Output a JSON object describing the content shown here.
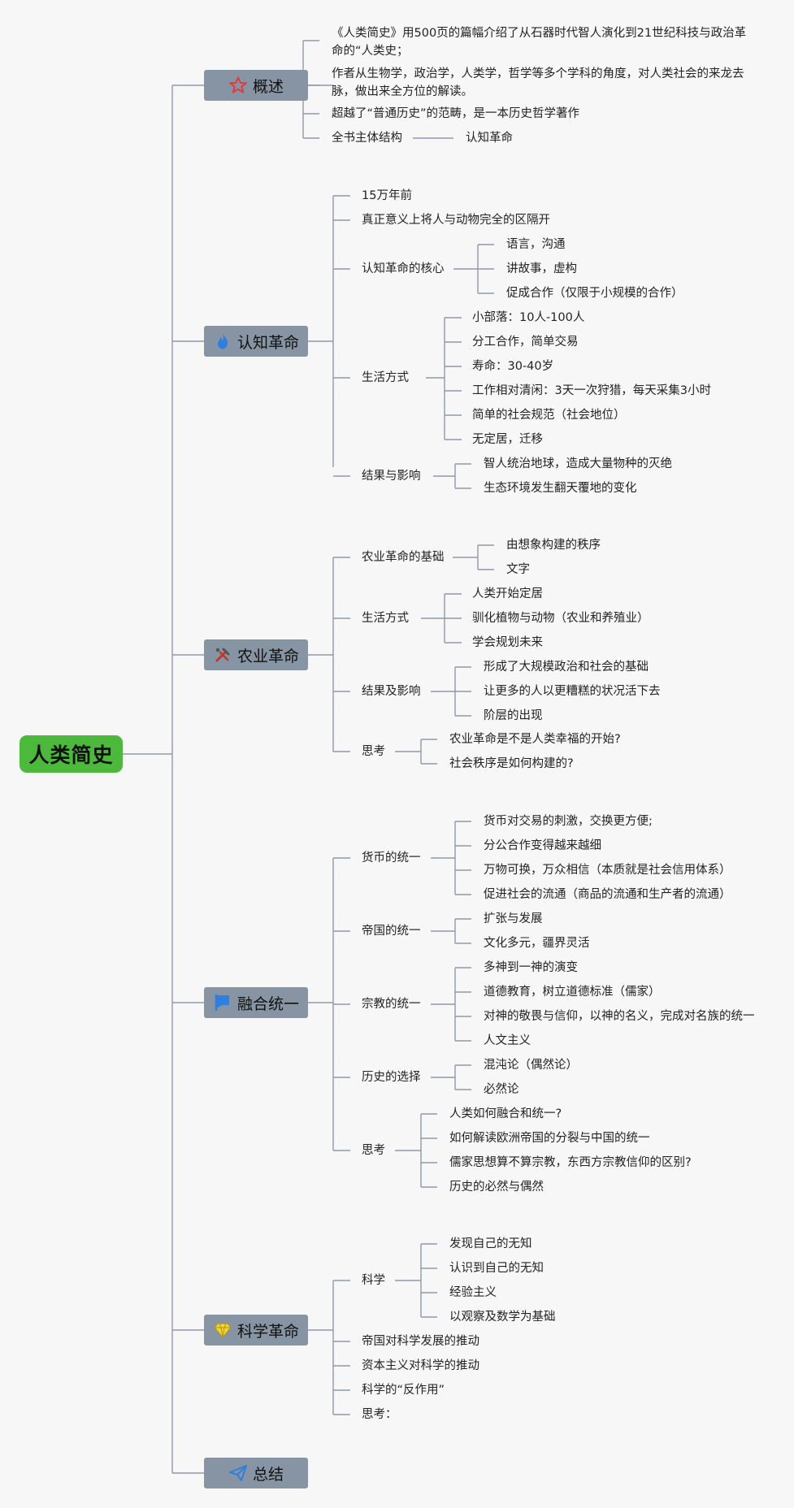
{
  "root": "人类简史",
  "branches": {
    "overview": {
      "label": "概述",
      "icon": "star-icon",
      "items": [
        "《人类简史》用500页的篇幅介绍了从石器时代智人演化到21世纪科技与政治革命的“人类史；",
        "作者从生物学，政治学，人类学，哲学等多个学科的角度，对人类社会的来龙去脉，做出来全方位的解读。",
        "超越了“普通历史”的范畴，是一本历史哲学著作",
        "全书主体结构"
      ],
      "structure_child": "认知革命"
    },
    "cognitive": {
      "label": "认知革命",
      "icon": "flame-icon",
      "items": [
        "15万年前",
        "真正意义上将人与动物完全的区隔开",
        "认知革命的核心",
        "生活方式",
        "结果与影响"
      ],
      "core": [
        "语言，沟通",
        "讲故事，虚构",
        "促成合作（仅限于小规模的合作）"
      ],
      "life": [
        "小部落：10人-100人",
        "分工合作，简单交易",
        "寿命：30-40岁",
        "工作相对清闲：3天一次狩猎，每天采集3小时",
        "简单的社会规范（社会地位）",
        "无定居，迁移"
      ],
      "result": [
        "智人统治地球，造成大量物种的灭绝",
        "生态环境发生翻天覆地的变化"
      ]
    },
    "agricultural": {
      "label": "农业革命",
      "icon": "tools-icon",
      "items": [
        "农业革命的基础",
        "生活方式",
        "结果及影响",
        "思考"
      ],
      "basis": [
        "由想象构建的秩序",
        "文字"
      ],
      "life": [
        "人类开始定居",
        "驯化植物与动物（农业和养殖业）",
        "学会规划未来"
      ],
      "result": [
        "形成了大规模政治和社会的基础",
        "让更多的人以更糟糕的状况活下去",
        "阶层的出现"
      ],
      "think": [
        "农业革命是不是人类幸福的开始?",
        "社会秩序是如何构建的?"
      ]
    },
    "unification": {
      "label": "融合统一",
      "icon": "flag-icon",
      "items": [
        "货币的统一",
        "帝国的统一",
        "宗教的统一",
        "历史的选择",
        "思考"
      ],
      "money": [
        "货币对交易的刺激，交换更方便;",
        "分公合作变得越来越细",
        "万物可换，万众相信（本质就是社会信用体系）",
        "促进社会的流通（商品的流通和生产者的流通）"
      ],
      "empire": [
        "扩张与发展",
        "文化多元，疆界灵活"
      ],
      "religion": [
        "多神到一神的演变",
        "道德教育，树立道德标准（儒家）",
        "对神的敬畏与信仰，以神的名义，完成对名族的统一",
        "人文主义"
      ],
      "history": [
        "混沌论（偶然论）",
        "必然论"
      ],
      "think": [
        "人类如何融合和统一?",
        "如何解读欧洲帝国的分裂与中国的统一",
        "儒家思想算不算宗教，东西方宗教信仰的区别?",
        "历史的必然与偶然"
      ]
    },
    "science": {
      "label": "科学革命",
      "icon": "gem-icon",
      "items": [
        "科学",
        "帝国对科学发展的推动",
        "资本主义对科学的推动",
        "科学的“反作用”",
        "思考："
      ],
      "science_children": [
        "发现自己的无知",
        "认识到自己的无知",
        "经验主义",
        "以观察及数学为基础"
      ]
    },
    "summary": {
      "label": "总结",
      "icon": "paper-plane-icon"
    }
  },
  "colors": {
    "root_bg": "#4cb93d",
    "branch_bg": "#8794a3",
    "line": "#8e99a8",
    "star": "#e23b3b",
    "flame": "#2f7fe0",
    "flag": "#2f7fe0",
    "gem": "#e3c21a",
    "plane": "#2f7fe0"
  }
}
